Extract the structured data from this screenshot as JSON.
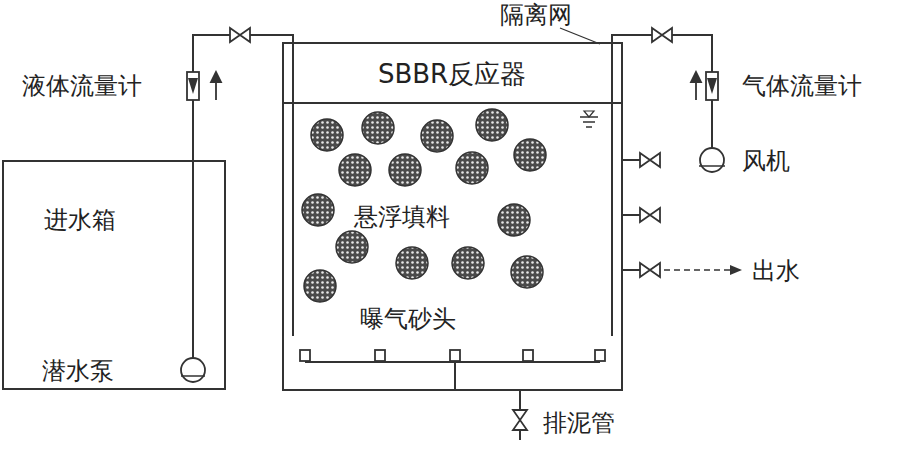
{
  "diagram": {
    "nodes": [
      {
        "text": [
          "进水箱"
        ]
      },
      {
        "text": [
          "SBBR反应器"
        ]
      }
    ],
    "edges": [
      {
        "from": 0,
        "to": 1,
        "arrow": "none"
      }
    ],
    "labels": [
      "隔离网",
      "液体流量计",
      "气体流量计",
      "风机",
      "悬浮填料",
      "出水",
      "曝气砂头",
      "潜水泵",
      "排泥管"
    ]
  }
}
